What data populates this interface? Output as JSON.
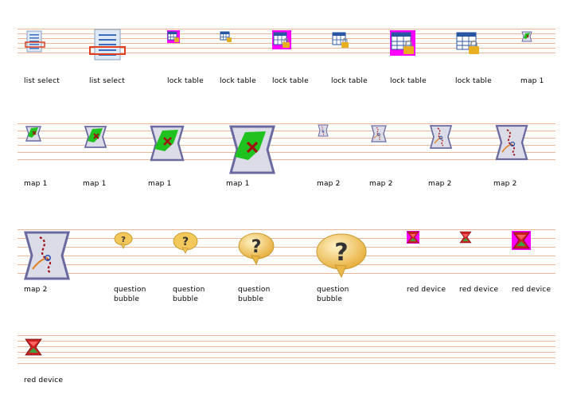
{
  "labels": {
    "list_select_1": "list select",
    "list_select_2": "list select",
    "lock_table_1": "lock table",
    "lock_table_2": "lock table",
    "lock_table_3": "lock table",
    "lock_table_4": "lock table",
    "lock_table_5": "lock table",
    "lock_table_6": "lock table",
    "map1_1": "map 1",
    "map1_2": "map 1",
    "map1_3": "map 1",
    "map1_4": "map 1",
    "map1_5": "map 1",
    "map2_1": "map 2",
    "map2_2": "map 2",
    "map2_3": "map 2",
    "map2_4": "map 2",
    "map2_5": "map 2",
    "qb_1_a": "question",
    "qb_1_b": "bubble",
    "qb_2_a": "question",
    "qb_2_b": "bubble",
    "qb_3_a": "question",
    "qb_3_b": "bubble",
    "qb_4_a": "question",
    "qb_4_b": "bubble",
    "red_device_1": "red device",
    "red_device_2": "red device",
    "red_device_3": "red device",
    "red_device_4": "red device"
  },
  "icons": {
    "list_select": "list-select-icon",
    "lock_table": "lock-table-icon",
    "map1": "map-1-icon",
    "map2": "map-2-icon",
    "question_bubble": "question-bubble-icon",
    "red_device": "red-device-icon"
  },
  "colors": {
    "guide_line": "#e8b898",
    "magenta_bg": "#ff00ff",
    "map_green": "#1fc21f",
    "map_frame": "#6a6aa0",
    "bubble_yellow": "#f2c85a",
    "device_red": "#cc2020"
  }
}
